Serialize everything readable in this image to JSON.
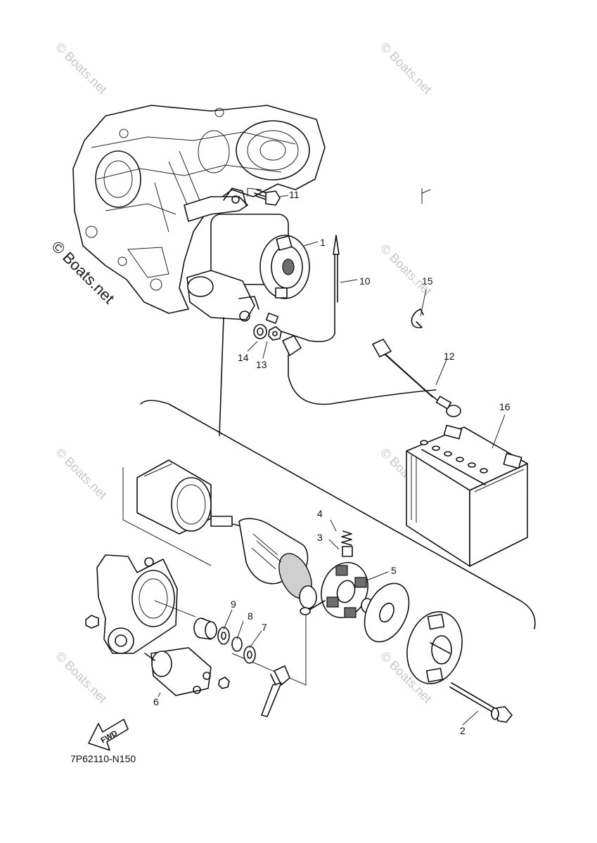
{
  "watermark": "© Boats.net",
  "diagram_code": "7P62110-N150",
  "direction_label": "FWD",
  "parts": [
    {
      "callout": "1"
    },
    {
      "callout": "2"
    },
    {
      "callout": "3"
    },
    {
      "callout": "4"
    },
    {
      "callout": "5"
    },
    {
      "callout": "6"
    },
    {
      "callout": "7"
    },
    {
      "callout": "8"
    },
    {
      "callout": "9"
    },
    {
      "callout": "10"
    },
    {
      "callout": "11"
    },
    {
      "callout": "12"
    },
    {
      "callout": "13"
    },
    {
      "callout": "14"
    },
    {
      "callout": "15"
    },
    {
      "callout": "16"
    }
  ]
}
